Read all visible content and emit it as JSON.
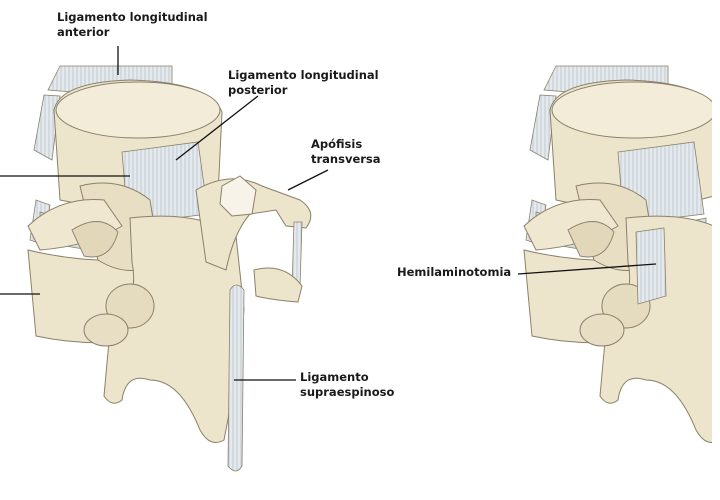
{
  "labels": {
    "anterior_ligament": {
      "line1": "Ligamento longitudinal",
      "line2": "anterior"
    },
    "posterior_ligament": {
      "line1": "Ligamento longitudinal",
      "line2": "posterior"
    },
    "transverse_process": {
      "line1": "Apófisis",
      "line2": "transversa"
    },
    "supraspinous_ligament": {
      "line1": "Ligamento",
      "line2": "supraespinoso"
    },
    "hemilaminotomy": "Hemilaminotomia"
  },
  "colors": {
    "bone": "#ede4cc",
    "bone_shadow": "#d2c6a6",
    "ligament": "#dfe6ea",
    "ligament_stripe": "#b9c4cb",
    "outline": "#8b806a",
    "leader": "#111111"
  }
}
